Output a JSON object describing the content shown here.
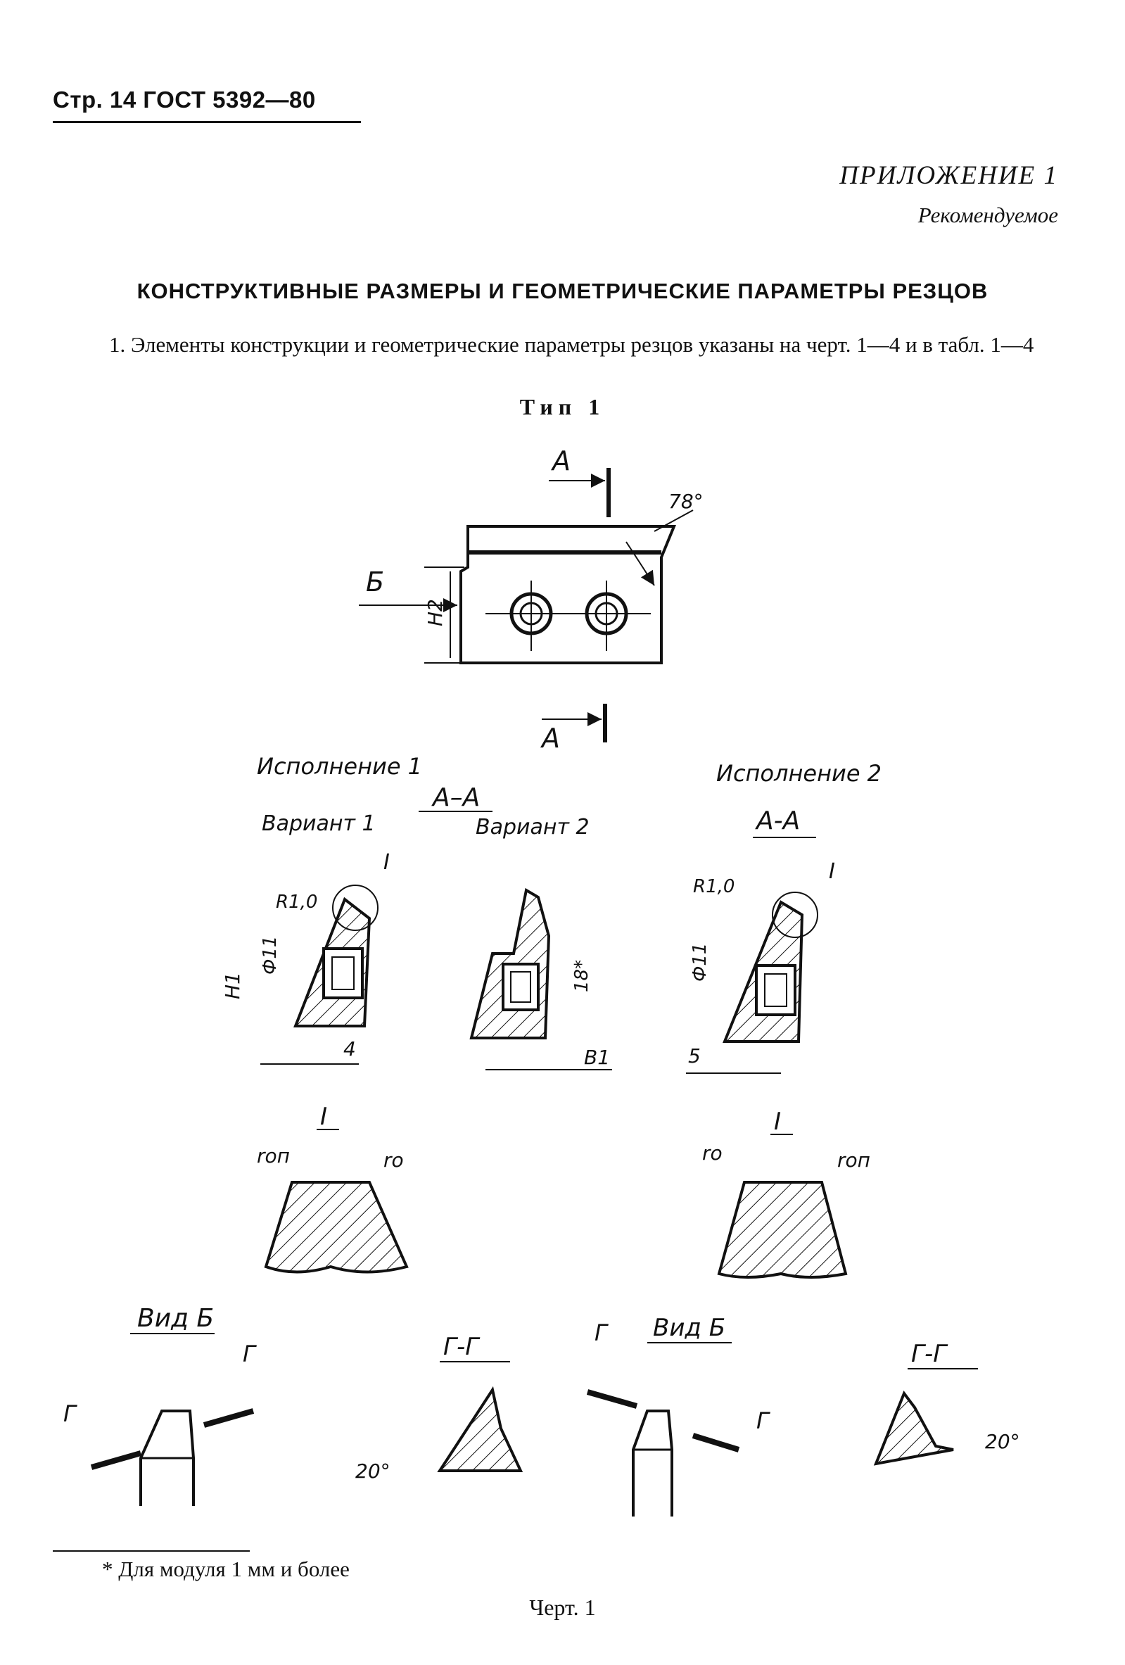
{
  "header": {
    "page_ref": "Стр. 14 ГОСТ 5392—80"
  },
  "appendix": {
    "title": "ПРИЛОЖЕНИЕ 1",
    "status": "Рекомендуемое"
  },
  "section_title": "КОНСТРУКТИВНЫЕ РАЗМЕРЫ И ГЕОМЕТРИЧЕСКИЕ ПАРАМЕТРЫ РЕЗЦОВ",
  "paragraph": "1. Элементы конструкции и геометрические параметры резцов указаны на черт. 1—4 и в табл. 1—4",
  "drawing": {
    "type_label": "Тип 1",
    "labels": {
      "section_a": "А",
      "view_b": "Б",
      "angle_78": "78°",
      "h2": "H2",
      "variant_1_header": "Исполнение 1",
      "variant_2_header": "Исполнение 2",
      "section_aa": "А–А",
      "section_aa2": "А-А",
      "option_1": "Вариант 1",
      "option_2": "Вариант 2",
      "detail_i": "I",
      "r10": "R1,0",
      "r10b": "R1,0",
      "phi11": "Ф11",
      "phi11b": "Ф11",
      "h1": "H1",
      "dim_4": "4",
      "dim_18": "18*",
      "dim_b1": "B1",
      "dim_5": "5",
      "r_on": "rоп",
      "r_o": "rо",
      "view_b_label": "Вид Б",
      "section_gg": "Г-Г",
      "g": "Г",
      "angle_20": "20°"
    }
  },
  "footnote": "* Для модуля 1 мм и более",
  "caption": "Черт. 1"
}
